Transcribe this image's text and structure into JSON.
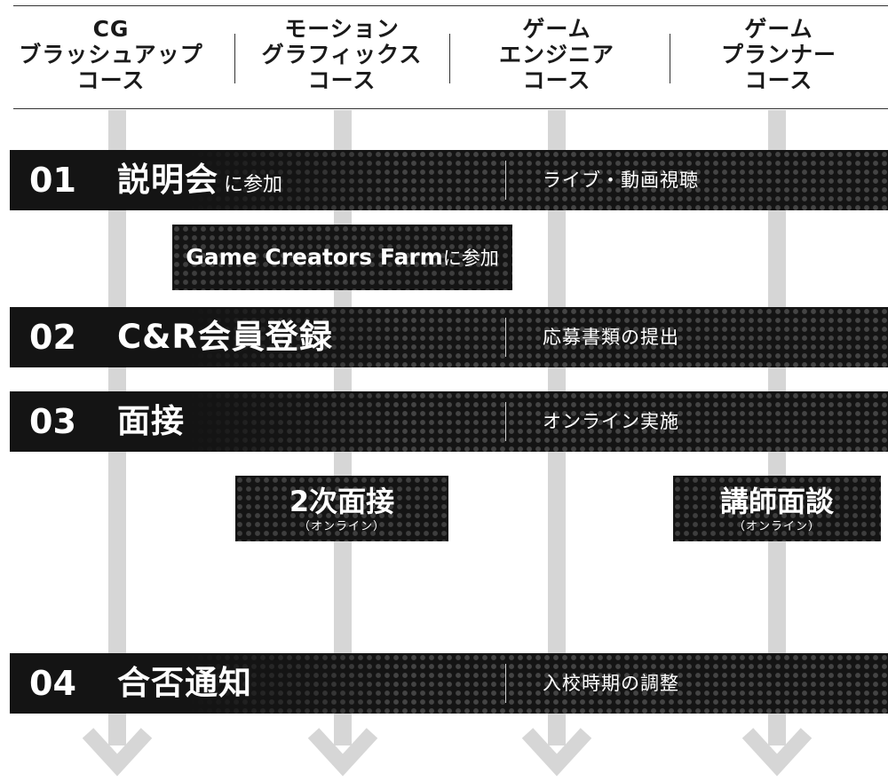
{
  "columns": [
    {
      "lines": [
        "CG",
        "ブラッシュアップ",
        "コース"
      ]
    },
    {
      "lines": [
        "モーション",
        "グラフィックス",
        "コース"
      ]
    },
    {
      "lines": [
        "ゲーム",
        "エンジニア",
        "コース"
      ]
    },
    {
      "lines": [
        "ゲーム",
        "プランナー",
        "コース"
      ]
    }
  ],
  "steps": [
    {
      "number": "01",
      "title": "説明会",
      "suffix": "に参加",
      "right": "ライブ・動画視聴"
    },
    {
      "number": "02",
      "title": "C&R会員登録",
      "suffix": "",
      "right": "応募書類の提出"
    },
    {
      "number": "03",
      "title": "面接",
      "suffix": "",
      "right": "オンライン実施"
    },
    {
      "number": "04",
      "title": "合否通知",
      "suffix": "",
      "right": "入校時期の調整"
    }
  ],
  "extras": {
    "gcf": {
      "main": "Game Creators Farm",
      "suffix": "に参加"
    },
    "second_interview": {
      "main": "2次面接",
      "sub": "（オンライン）"
    },
    "instructor_interview": {
      "main": "講師面談",
      "sub": "（オンライン）"
    }
  }
}
